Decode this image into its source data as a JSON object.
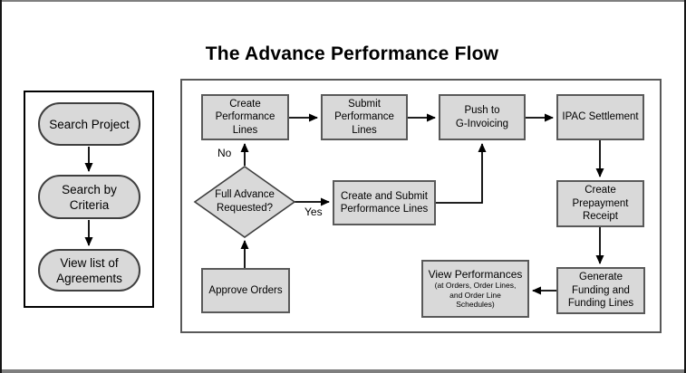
{
  "title": "The Advance Performance Flow",
  "sidebar": {
    "steps": [
      "Search Project",
      "Search by\nCriteria",
      "View list of\nAgreements"
    ]
  },
  "flow": {
    "create_performance_lines": "Create\nPerformance\nLines",
    "submit_performance_lines": "Submit\nPerformance\nLines",
    "push_to_g_invoicing": "Push to\nG-Invoicing",
    "ipac_settlement": "IPAC Settlement",
    "create_and_submit_performance_lines": "Create and Submit\nPerformance Lines",
    "approve_orders": "Approve Orders",
    "create_prepayment_receipt": "Create\nPrepayment\nReceipt",
    "generate_funding_and_funding_lines": "Generate\nFunding and\nFunding Lines",
    "view_performances": {
      "title": "View Performances",
      "subtitle": "(at Orders, Order Lines,\nand Order Line\nSchedules)"
    },
    "decision": {
      "label": "Full Advance\nRequested?",
      "no_label": "No",
      "yes_label": "Yes"
    }
  },
  "colors": {
    "node_fill": "#d9d9d9",
    "node_border": "#595959",
    "connector": "#000000",
    "diamond_border": "#3f3f3f"
  }
}
